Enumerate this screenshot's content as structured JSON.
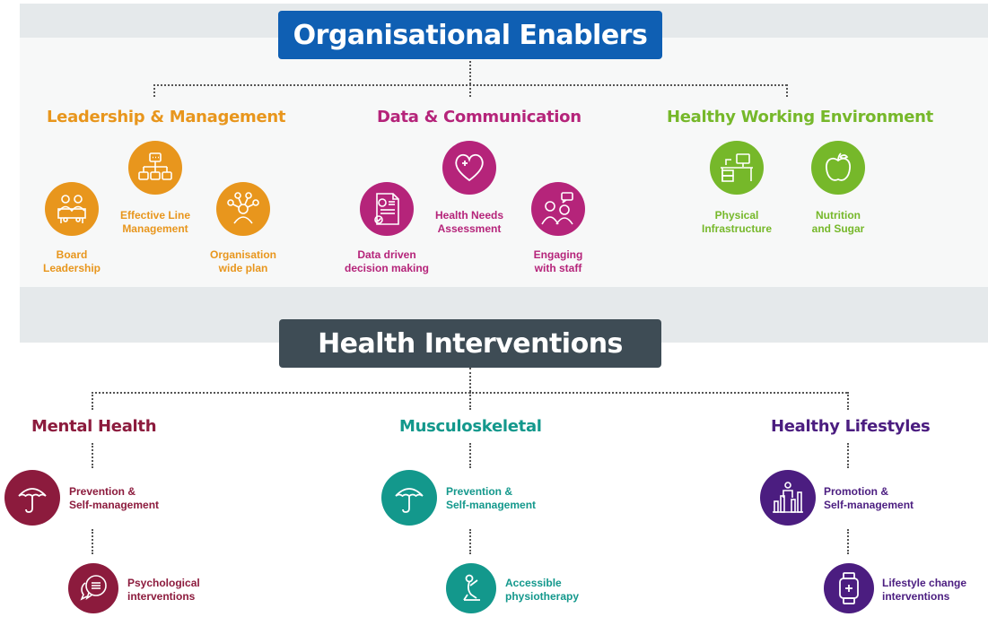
{
  "colors": {
    "orange": "#e8961d",
    "magenta": "#b5247a",
    "green": "#76b82a",
    "maroon": "#8c1b3d",
    "teal": "#13988c",
    "purple": "#4b1d80",
    "blue_banner": "#0f5fb3",
    "grey_banner": "#3e4c55"
  },
  "enablers": {
    "title": "Organisational Enablers",
    "leadership": {
      "title": "Leadership & Management",
      "items": [
        {
          "label": "Board\nLeadership",
          "icon": "board-meeting-icon"
        },
        {
          "label": "Effective Line\nManagement",
          "icon": "org-chart-icon"
        },
        {
          "label": "Organisation\nwide plan",
          "icon": "network-people-icon"
        }
      ]
    },
    "data": {
      "title": "Data & Communication",
      "items": [
        {
          "label": "Data driven\ndecision making",
          "icon": "report-document-icon"
        },
        {
          "label": "Health Needs\nAssessment",
          "icon": "heart-plus-icon"
        },
        {
          "label": "Engaging\nwith staff",
          "icon": "people-chat-icon"
        }
      ]
    },
    "environment": {
      "title": "Healthy Working Environment",
      "items": [
        {
          "label": "Physical\nInfrastructure",
          "icon": "desk-computer-icon"
        },
        {
          "label": "Nutrition\nand Sugar",
          "icon": "apple-icon"
        }
      ]
    }
  },
  "interventions": {
    "title": "Health Interventions",
    "mental": {
      "title": "Mental Health",
      "items": [
        {
          "label": "Prevention &\nSelf-management",
          "icon": "umbrella-icon"
        },
        {
          "label": "Psychological\ninterventions",
          "icon": "speech-bubbles-icon"
        }
      ]
    },
    "msk": {
      "title": "Musculoskeletal",
      "items": [
        {
          "label": "Prevention &\nSelf-management",
          "icon": "umbrella-icon"
        },
        {
          "label": "Accessible\nphysiotherapy",
          "icon": "stretching-person-icon"
        }
      ]
    },
    "lifestyles": {
      "title": "Healthy Lifestyles",
      "items": [
        {
          "label": "Promotion &\nSelf-management",
          "icon": "person-bar-chart-icon"
        },
        {
          "label": "Lifestyle change\ninterventions",
          "icon": "smartwatch-icon"
        }
      ]
    }
  }
}
